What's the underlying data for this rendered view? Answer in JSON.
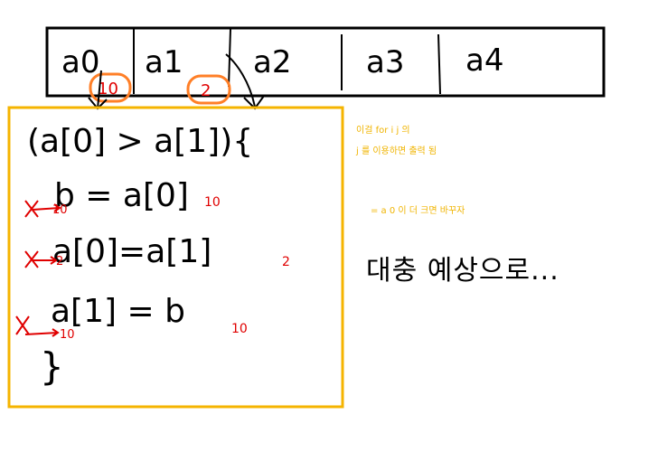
{
  "array_cells": [
    "a0",
    "a1",
    "a2",
    "a3",
    "a4"
  ],
  "orange_values": {
    "first": "10",
    "second": "2"
  },
  "code_lines": {
    "condition": "(a[0] > a[1]){",
    "line1": "b = a[0]",
    "line2": "a[0]=a[1]",
    "line3": "a[1] = b",
    "close": "}"
  },
  "red_values": {
    "line1_left": "10",
    "line1_right": "10",
    "line2_left": "2",
    "line2_right": "2",
    "line3_left": "10",
    "line3_right": "10"
  },
  "notes": {
    "note1_line1": "이걸 for i j 의",
    "note1_line2": "j 를 이용하면 출력 됨",
    "note2": "= a 0 이 더 크면 바꾸자",
    "big_note": "대충 예상으로..."
  },
  "colors": {
    "ink": "#000000",
    "red": "#e00000",
    "orange": "#ff7f27",
    "yellow": "#f0b400"
  }
}
